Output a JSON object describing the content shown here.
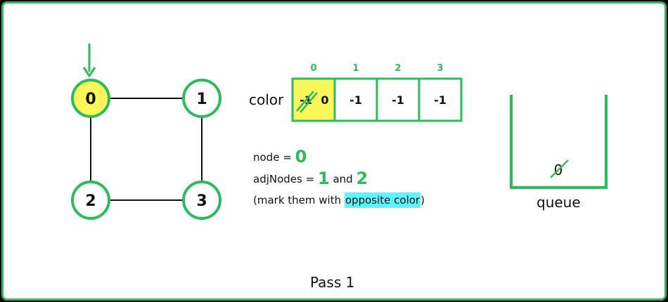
{
  "graph": {
    "nodes": [
      "0",
      "1",
      "2",
      "3"
    ],
    "current_node": "0"
  },
  "color_array": {
    "label": "color",
    "indices": [
      "0",
      "1",
      "2",
      "3"
    ],
    "cells": [
      {
        "old": "-1",
        "new": "0"
      },
      {
        "old": "",
        "new": "-1"
      },
      {
        "old": "",
        "new": "-1"
      },
      {
        "old": "",
        "new": "-1"
      }
    ]
  },
  "info": {
    "node_prefix": "node =",
    "node_value": "0",
    "adj_prefix": "adjNodes =",
    "adj_a": "1",
    "adj_and": "and",
    "adj_b": "2",
    "note_open": "(mark them with",
    "note_highlight": "opposite color",
    "note_close": ")"
  },
  "queue": {
    "label": "queue",
    "items": [
      "0"
    ]
  },
  "pass_label": "Pass 1",
  "colors": {
    "green": "#2dbb5d",
    "highlight_yellow": "#fbf75a",
    "highlight_cyan": "#61f3ff"
  }
}
